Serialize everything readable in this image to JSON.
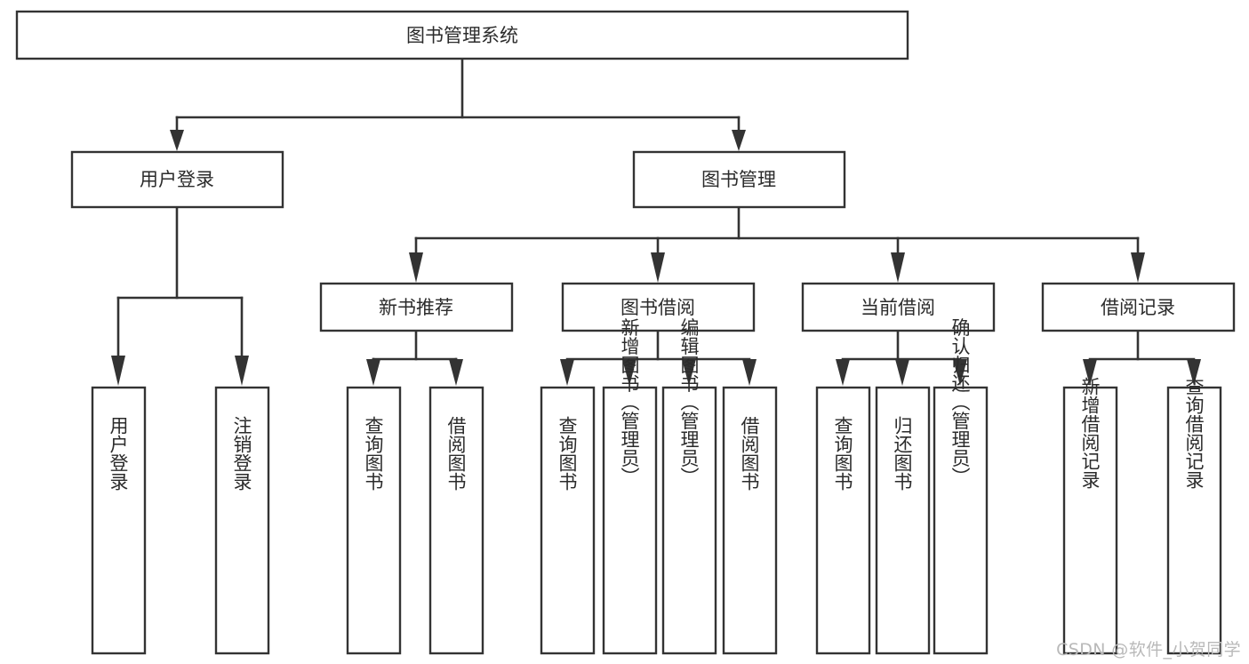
{
  "diagram": {
    "title": "图书管理系统",
    "type": "tree-hierarchy",
    "root": {
      "id": "root",
      "label": "图书管理系统",
      "orientation": "horizontal"
    },
    "level1": [
      {
        "id": "user-login",
        "label": "用户登录",
        "orientation": "horizontal"
      },
      {
        "id": "book-manage",
        "label": "图书管理",
        "orientation": "horizontal"
      }
    ],
    "level2": [
      {
        "id": "new-book-rec",
        "label": "新书推荐",
        "parent": "book-manage",
        "orientation": "horizontal"
      },
      {
        "id": "book-borrow",
        "label": "图书借阅",
        "parent": "book-manage",
        "orientation": "horizontal"
      },
      {
        "id": "current-borrow",
        "label": "当前借阅",
        "parent": "book-manage",
        "orientation": "horizontal"
      },
      {
        "id": "borrow-record",
        "label": "借阅记录",
        "parent": "book-manage",
        "orientation": "horizontal"
      }
    ],
    "leaves": [
      {
        "id": "leaf-user-login",
        "label": "用户登录",
        "parent": "user-login",
        "orientation": "vertical"
      },
      {
        "id": "leaf-user-logout",
        "label": "注销登录",
        "parent": "user-login",
        "orientation": "vertical"
      },
      {
        "id": "leaf-rec-query",
        "label": "查询图书",
        "parent": "new-book-rec",
        "orientation": "vertical"
      },
      {
        "id": "leaf-rec-borrow",
        "label": "借阅图书",
        "parent": "new-book-rec",
        "orientation": "vertical"
      },
      {
        "id": "leaf-borrow-query",
        "label": "查询图书",
        "parent": "book-borrow",
        "orientation": "vertical"
      },
      {
        "id": "leaf-borrow-add",
        "label": "新增图书（管理员）",
        "parent": "book-borrow",
        "orientation": "vertical"
      },
      {
        "id": "leaf-borrow-edit",
        "label": "编辑图书（管理员）",
        "parent": "book-borrow",
        "orientation": "vertical"
      },
      {
        "id": "leaf-borrow-lend",
        "label": "借阅图书",
        "parent": "book-borrow",
        "orientation": "vertical"
      },
      {
        "id": "leaf-cur-query",
        "label": "查询图书",
        "parent": "current-borrow",
        "orientation": "vertical"
      },
      {
        "id": "leaf-cur-return",
        "label": "归还图书",
        "parent": "current-borrow",
        "orientation": "vertical"
      },
      {
        "id": "leaf-cur-confirm",
        "label": "确认归还（管理员）",
        "parent": "current-borrow",
        "orientation": "vertical"
      },
      {
        "id": "leaf-rec-add",
        "label": "新增借阅记录",
        "parent": "borrow-record",
        "orientation": "vertical"
      },
      {
        "id": "leaf-rec-search",
        "label": "查询借阅记录",
        "parent": "borrow-record",
        "orientation": "vertical"
      }
    ],
    "colors": {
      "box_fill": "#ffffff",
      "box_stroke": "#333333",
      "text": "#2b2b2b",
      "background": "#ffffff",
      "watermark": "#b9b9b9"
    }
  },
  "watermark": {
    "text": "CSDN @软件_小贺同学"
  }
}
